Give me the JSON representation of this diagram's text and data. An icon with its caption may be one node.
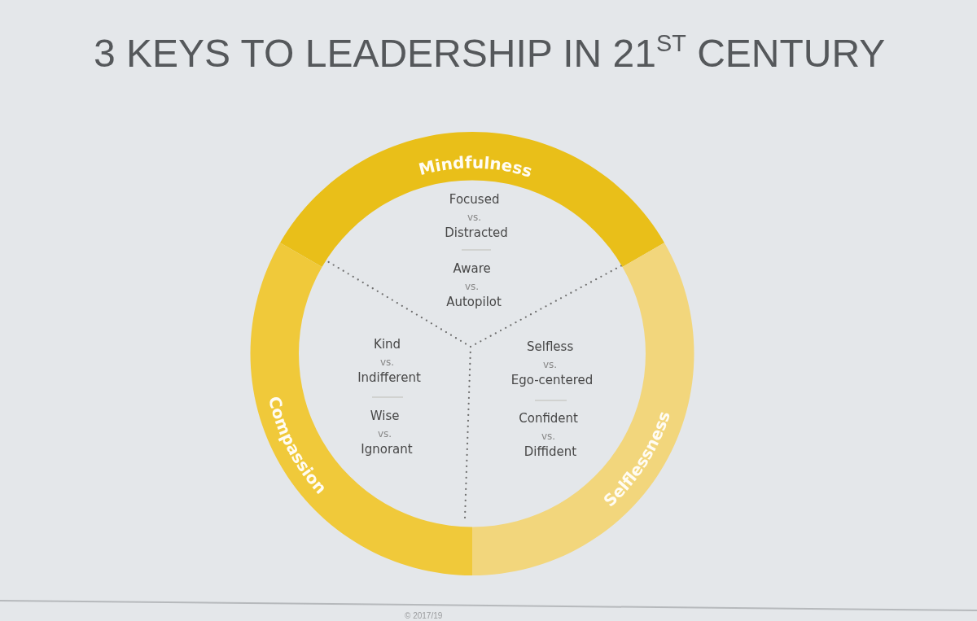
{
  "diagram": {
    "title": "3 KEYS TO LEADERSHIP IN 21$^{ST}$ CENTURY",
    "nodes": [
      {
        "text": [
          "Mindfulness",
          "Focused vs. Distracted",
          "Aware vs. Autopilot"
        ]
      },
      {
        "text": [
          "Compassion",
          "Kind vs. Indifferent",
          "Wise vs. Ignorant"
        ]
      },
      {
        "text": [
          "Selflessness",
          "Selfless vs. Ego-centered",
          "Confident vs. Diffident"
        ]
      }
    ],
    "labels": [
      "© 2017/19"
    ]
  }
}
